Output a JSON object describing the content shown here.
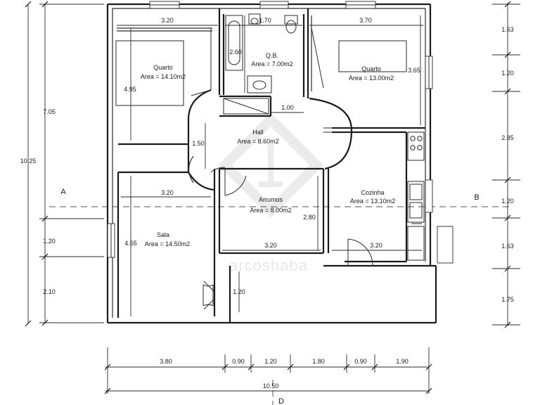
{
  "plan": {
    "rooms": [
      {
        "key": "quarto1",
        "name": "Quarto",
        "area": "Area = 14.10m2"
      },
      {
        "key": "wc",
        "name": "Q.B.",
        "area": "Area = 7.00m2"
      },
      {
        "key": "quarto2",
        "name": "Quarto",
        "area": "Area = 13.00m2"
      },
      {
        "key": "hall",
        "name": "Hall",
        "area": "Area = 8.60m2"
      },
      {
        "key": "arrumos",
        "name": "Arrumos",
        "area": "Area = 8.00m2"
      },
      {
        "key": "cozinha",
        "name": "Cozinha",
        "area": "Area = 13.10m2"
      },
      {
        "key": "sala",
        "name": "Sala",
        "area": "Area = 14.50m2"
      }
    ],
    "interior_dims": {
      "q1_width": "3.20",
      "wc_width": "1.70",
      "q2_width": "3.70",
      "wc_depth": "2.60",
      "q1_depth": "4.95",
      "q2_depth": "3.65",
      "hall_small": "1.00",
      "hall_width": "1.50",
      "sala_width": "3.20",
      "sala_depth": "4.55",
      "arrumos_depth": "2.80",
      "arrumos_width": "3.20",
      "cozinha_width": "3.20",
      "entrance_depth": "1.20"
    },
    "left_dims": [
      "7.05",
      "10.25",
      "1.20",
      "2.10"
    ],
    "right_dims": [
      "1.63",
      "1.20",
      "2.85",
      "1.20",
      "1.63",
      "1.75"
    ],
    "bottom_dims": [
      "3.80",
      "0.90",
      "1.20",
      "1.80",
      "0.90",
      "1.90"
    ],
    "total_width": "10.50",
    "section_labels": {
      "a": "A",
      "b": "B",
      "d": "D"
    },
    "watermark": "arcoshaba"
  }
}
